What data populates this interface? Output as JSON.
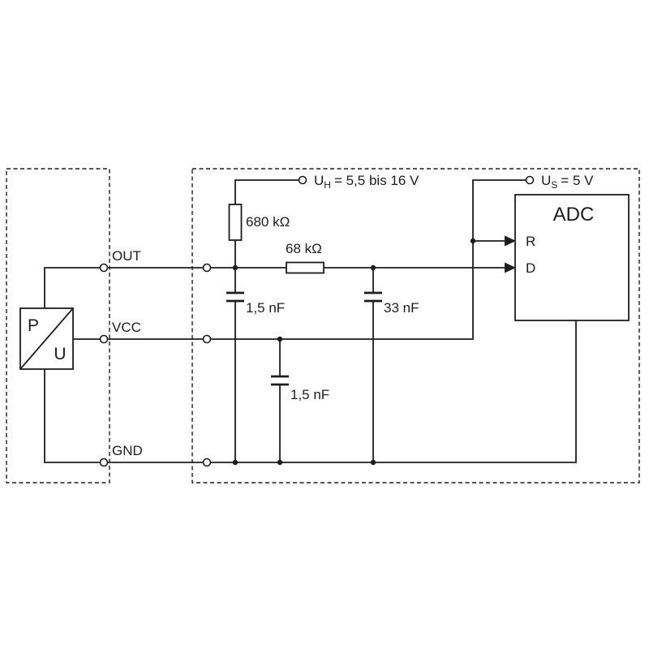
{
  "schematic": {
    "sensor": {
      "p": "P",
      "u": "U"
    },
    "pins": {
      "out": "OUT",
      "vcc": "VCC",
      "gnd": "GND"
    },
    "resistors": {
      "r1": "680 kΩ",
      "r2": "68 kΩ"
    },
    "capacitors": {
      "c1": "1,5 nF",
      "c2": "33 nF",
      "c3": "1,5 nF"
    },
    "supply_h": {
      "base": "U",
      "sub": "H",
      "value": "= 5,5 bis 16 V"
    },
    "supply_s": {
      "base": "U",
      "sub": "S",
      "value": "= 5 V"
    },
    "adc": {
      "label": "ADC",
      "pin_r": "R",
      "pin_d": "D"
    }
  },
  "colors": {
    "ink": "#1d1d1b",
    "background": "#ffffff"
  }
}
